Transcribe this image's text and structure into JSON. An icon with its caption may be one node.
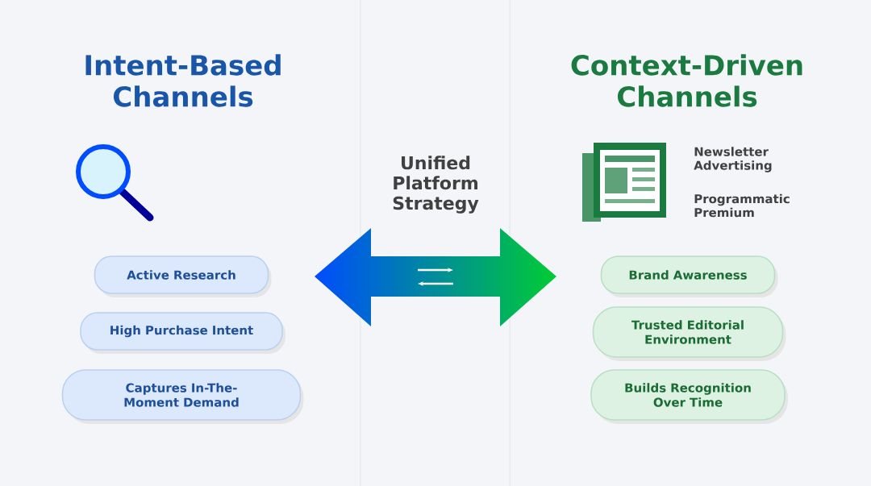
{
  "diagram": {
    "nodes": [
      {
        "text": [
          "Active Research"
        ]
      },
      {
        "text": [
          "High Purchase Intent"
        ]
      },
      {
        "text": [
          "Captures In-The-Moment Demand"
        ]
      },
      {
        "text": [
          "Brand Awareness"
        ]
      },
      {
        "text": [
          "Trusted Editorial Environment"
        ]
      },
      {
        "text": [
          "Builds Recognition Over Time"
        ]
      }
    ],
    "labels": [
      "Intent-Based Channels",
      "Context-Driven Channels",
      "Unified Platform Strategy",
      "Newsletter Advertising",
      "Programmatic Premium"
    ]
  }
}
